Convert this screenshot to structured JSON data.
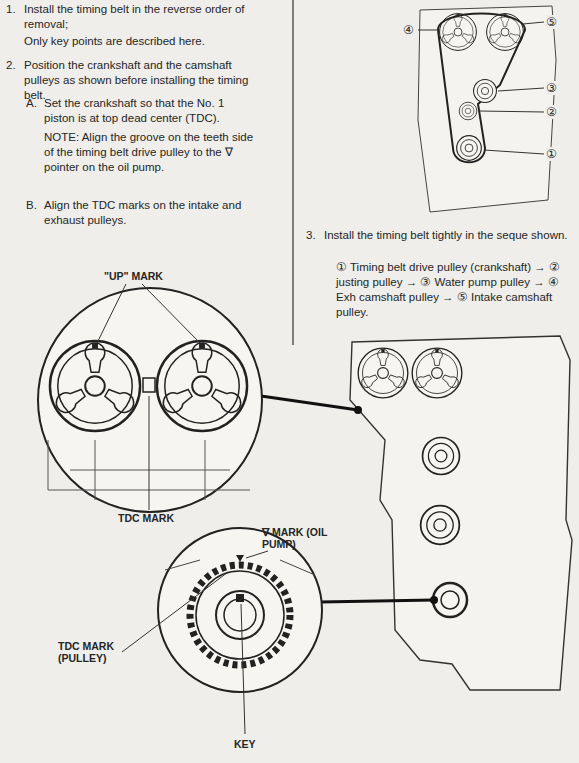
{
  "diagram": {
    "labels": [
      "1.",
      "Install the timing belt in the reverse order of removal;",
      "Only key points are described here.",
      "2.",
      "Position the crankshaft and the camshaft pulleys as shown before installing the timing belt.",
      "A.",
      "Set the crankshaft so that the No. 1 piston is at top dead center (TDC).",
      "NOTE: Align the groove on the teeth side of the timing belt drive pulley to the ∇ pointer on the oil pump.",
      "B.",
      "Align the TDC marks on the intake and exhaust pulleys.",
      "④",
      "⑤",
      "③",
      "②",
      "①",
      "3.",
      "Install the timing belt tightly in the seque shown.",
      "① Timing belt drive pulley (crankshaft) → ② justing pulley → ③ Water pump pulley → ④ Exh camshaft pulley → ⑤ Intake camshaft pulley.",
      "\"UP\" MARK",
      "TDC MARK",
      "∇ MARK (OIL PUMP)",
      "TDC MARK (PULLEY)",
      "KEY"
    ]
  }
}
